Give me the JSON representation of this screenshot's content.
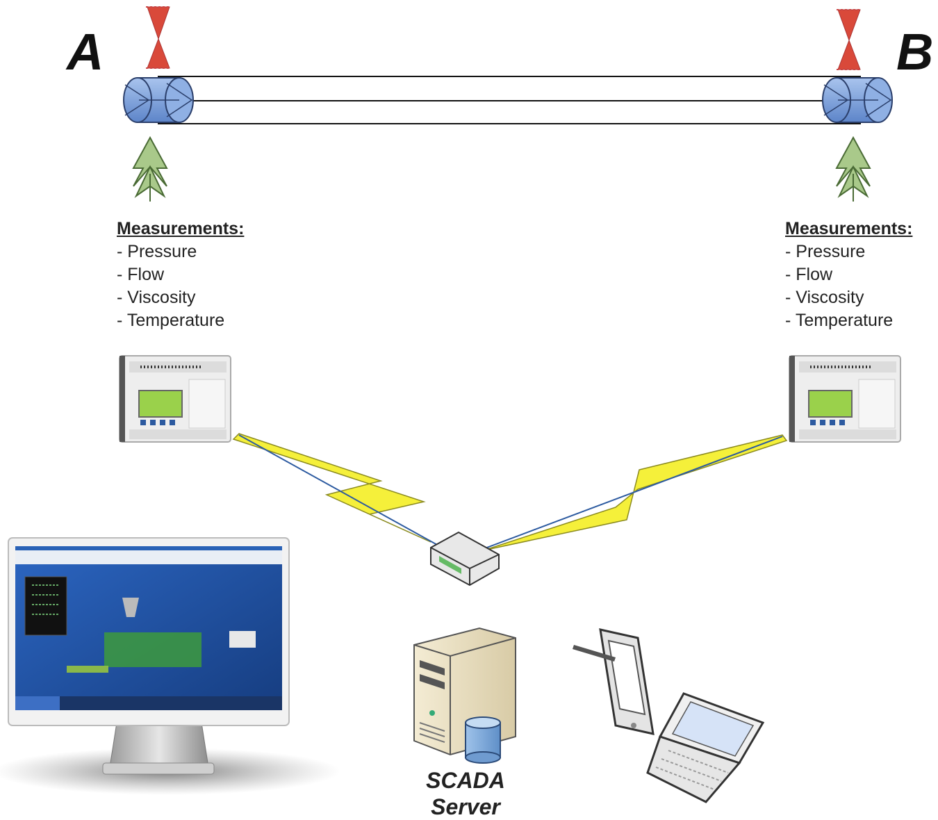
{
  "endpoints": {
    "a": {
      "label": "A"
    },
    "b": {
      "label": "B"
    }
  },
  "measurements_left": {
    "title": "Measurements:",
    "items": [
      "Pressure",
      "Flow",
      "Viscosity",
      "Temperature"
    ]
  },
  "measurements_right": {
    "title": "Measurements:",
    "items": [
      "Pressure",
      "Flow",
      "Viscosity",
      "Temperature"
    ]
  },
  "server": {
    "label_line1": "SCADA",
    "label_line2": "Server"
  },
  "colors": {
    "pipe_end": "#7aa0dc",
    "valve": "#d9493a",
    "arrow": "#a9c98a",
    "lightning": "#f5f03a",
    "monitor_screen": "#1f4f9e",
    "plc_screen": "#9ad14b"
  },
  "icons": [
    "valve-icon",
    "up-arrow-icon",
    "plc-icon",
    "router-icon",
    "monitor-icon",
    "server-icon",
    "database-icon",
    "tablet-icon",
    "laptop-icon",
    "lightning-link-icon"
  ]
}
